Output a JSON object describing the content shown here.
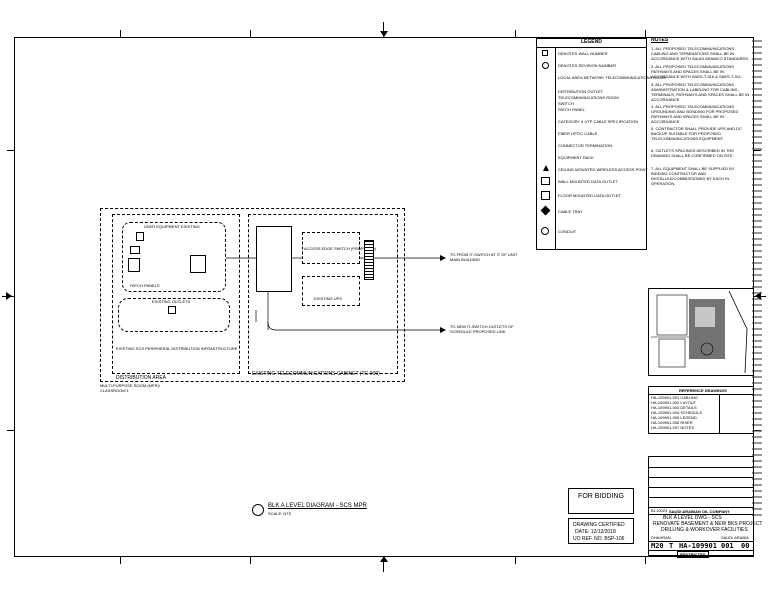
{
  "legend": {
    "title": "LEGEND",
    "items": [
      "DENOTES WALL NUMBER",
      "DENOTES REVISION NUMBER",
      "LOCAL AREA NETWORK TELECOMMUNICATIONS ROOM",
      "DISTRIBUTION OUTLET",
      "TELECOMMUNICATIONS ROOM",
      "SWITCH",
      "PATCH PANEL",
      "CATEGORY 6 UTP CABLE SPECIFICATION",
      "FIBER OPTIC CABLE",
      "CONNECTOR TERMINATION",
      "EQUIPMENT RACK",
      "CEILING MOUNTED WIRELESS ACCESS POINT",
      "WALL MOUNTED DATA OUTLET",
      "FLOOR MOUNTED DATA OUTLET",
      "CABLE TRAY",
      "CONDUIT"
    ]
  },
  "notes": {
    "title": "NOTES",
    "items": [
      "1. ALL PROPOSED TELECOMMUNICATIONS CABLING AND TERMINATIONS SHALL BE IN ACCORDANCE WITH SAUDI ARAMCO STANDARDS.",
      "2. ALL PROPOSED TELECOMMUNICATIONS PATHWAYS AND SPACES SHALL BE IN ACCORDANCE WITH SAES-T-916 & SAES-T-911.",
      "3. ALL PROPOSED TELECOMMUNICATIONS ADMINISTRATION & LABELING FOR CABLING, TERMINALS, PATHWAYS AND SPACES SHALL BE IN ACCORDANCE.",
      "4. ALL PROPOSED TELECOMMUNICATIONS GROUNDING AND BONDING FOR PROPOSED PATHWAYS AND SPACES SHALL BE IN ACCORDANCE.",
      "5. CONTRACTOR SHALL PROVIDE UPS AND DC BACKUP SUITABLE FOR PROPOSED TELECOMMUNICATIONS EQUIPMENT.",
      "6. OUTLETS SPACINGS DESCRIBED IN THE DRAWING SHALL BE CONFIRMED ON SITE.",
      "7. ALL EQUIPMENT SHALL BE SUPPLIED BY BIDDING CONTRACTOR AND INSTALLED/COMMISSIONED BY EACH IN OPERATION."
    ]
  },
  "diagram": {
    "distribution_label": "DISTRIBUTION AREA",
    "room_label": "MULTI-PURPOSE ROOM (MPR)/ CLASSROOM 1",
    "cabinet_label": "EXISTING TELECOMMUNICATIONS CABINET (TC-000)",
    "user_equipment": "USER EQUIPMENT EXISTING",
    "patch_panels": "PATCH PANELS",
    "existing_ups": "EXISTING UPS",
    "access_switch": "ACCESS EDGE SWITCH (PROPOSED)",
    "existing_outlets": "EXISTING OUTLETS",
    "existing_infra": "EXISTING SCS PERIPHERAL DISTRIBUTION INFRASTRUCTURE",
    "note_top": "TO FROM IT-SWITCH AT IT OF UNIT MAIN BUILDING",
    "note_bottom": "TO NEW IT-SWITCH OUTLETS OF SCHEDULE PROPOSED LINK",
    "diagram_title": "BLK A LEVEL DIAGRAM - SCS MPR",
    "scale": "SCALE: NTS"
  },
  "reference": {
    "title": "REFERENCE DRAWINGS",
    "rows": [
      "HA-109901-001 CABLING",
      "HA-109901-002 LAYOUT",
      "HA-109901-003 DETAILS",
      "HA-109901-004 SCHEDULE",
      "HA-109901-005 LEGEND",
      "HA-109901-006 RISER",
      "HA-109901-007 NOTES"
    ]
  },
  "stamp": {
    "bidding": "FOR BIDDING",
    "certified_line1": "DRAWING CERTIFIED",
    "certified_line2": "DATE: 12/12/2018",
    "certified_line3": "UO REF. NO. BSP-106"
  },
  "title_block": {
    "company": "SAUDI ARABIAN OIL COMPANY",
    "line1": "BLK A LEVEL DWG - SCS",
    "line2": "RENOVATE BASEMENT & NEW BKS PROJECT",
    "line3": "DRILLING & WORKOVER FACILITIES",
    "location": "DHAHRAN",
    "country": "SAUDI ARABIA",
    "plant": "M20",
    "index": "T",
    "drawing_no": "HA-109901",
    "sheet": "001",
    "rev": "00",
    "restricted": "RESTRICTED",
    "job": "BI-10023"
  }
}
